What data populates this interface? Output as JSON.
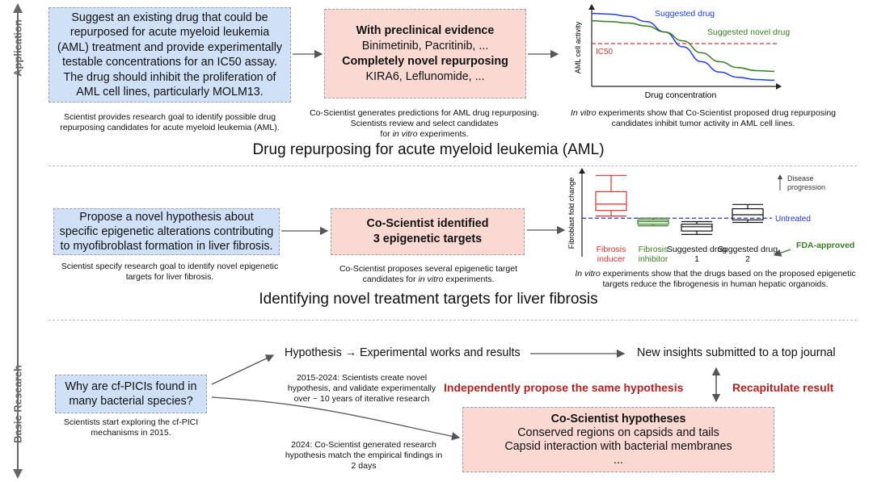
{
  "side_labels": {
    "application": "Application",
    "basic_research": "Basic Research"
  },
  "aml": {
    "goal_text": "Suggest an existing drug that could be repurposed for acute myeloid leukemia (AML) treatment and provide experimentally testable concentrations for an IC50 assay. The drug should inhibit the proliferation of AML cell lines, particularly MOLM13.",
    "goal_caption": "Scientist provides research goal to identify possible drug repurposing candidates for acute myeloid leukemia (AML).",
    "pred_line1": "With preclinical evidence",
    "pred_line2": "Binimetinib, Pacritinib, ...",
    "pred_line3": "Completely novel repurposing",
    "pred_line4": "KIRA6, Leflunomide, ...",
    "pred_caption_1": "Co-Scientist generates predictions for AML drug repurposing.",
    "pred_caption_2": "Scientists review and select candidates",
    "pred_caption_3a": "for ",
    "pred_caption_3b": "in vitro",
    "pred_caption_3c": " experiments.",
    "result_caption_a": "In vitro",
    "result_caption_b": " experiments show that Co-Scientist proposed drug repurposing candidates inhibit tumor activity in AML cell lines.",
    "section_title": "Drug repurposing for acute myeloid leukemia (AML)"
  },
  "fibrosis": {
    "goal_text": "Propose a novel hypothesis about specific epigenetic alterations contributing to myofibroblast formation in liver fibrosis.",
    "goal_caption": "Scientist specify research goal to identify novel epigenetic targets for liver fibrosis.",
    "pred_line1": "Co-Scientist identified",
    "pred_line2": "3 epigenetic targets",
    "pred_caption_a": "Co-Scientist proposes several epigenetic target candidates for ",
    "pred_caption_b": "in vitro",
    "pred_caption_c": " experiments.",
    "result_caption_a": "In vitro",
    "result_caption_b": " experiments show that the drugs based on the proposed epigenetic targets reduce the fibrogenesis in human hepatic organoids.",
    "section_title": "Identifying novel treatment targets for liver fibrosis",
    "fda_label": "FDA-approved"
  },
  "cfpici": {
    "question": "Why are cf-PICIs found in many bacterial species?",
    "question_caption": "Scientists start exploring the cf-PICI mechanisms in 2015.",
    "hypothesis_flow": "Hypothesis → Experimental works and results",
    "insights": "New insights submitted to a top journal",
    "history_caption": "2015-2024: Scientists create novel hypothesis, and validate experimentally over ~ 10 years of iterative research",
    "independent_label": "Independently propose the same hypothesis",
    "recap_label": "Recapitulate result",
    "cs_title": "Co-Scientist hypotheses",
    "cs_line1": "Conserved regions on capsids and tails",
    "cs_line2": "Capsid interaction with bacterial membranes",
    "cs_line3": "...",
    "cs_caption": "2024: Co-Scientist generated research hypothesis match the empirical findings in 2 days"
  },
  "colors": {
    "blue_box": "#cfe0f7",
    "pink_box": "#fad9d3",
    "suggested_drug": "#1f3ff0",
    "novel_drug": "#3a7d24",
    "ic50": "#e03030",
    "dark_red": "#b22222",
    "untreated": "#2233cc"
  },
  "chart_data": [
    {
      "type": "line",
      "title": "",
      "xlabel": "Drug concentration",
      "ylabel": "AML cell activity",
      "series": [
        {
          "name": "Suggested drug",
          "x": [
            0,
            0.1,
            0.2,
            0.3,
            0.4,
            0.5,
            0.6,
            0.7,
            0.8,
            0.9,
            1.0
          ],
          "y": [
            0.95,
            0.94,
            0.91,
            0.84,
            0.7,
            0.5,
            0.3,
            0.16,
            0.09,
            0.06,
            0.05
          ]
        },
        {
          "name": "Suggested novel drug",
          "x": [
            0,
            0.1,
            0.2,
            0.3,
            0.4,
            0.5,
            0.6,
            0.7,
            0.8,
            0.9,
            1.0
          ],
          "y": [
            0.85,
            0.84,
            0.82,
            0.78,
            0.7,
            0.58,
            0.42,
            0.3,
            0.22,
            0.18,
            0.17
          ]
        }
      ],
      "reference_line": {
        "name": "IC50",
        "y": 0.5
      },
      "xlim": [
        0,
        1
      ],
      "ylim": [
        0,
        1
      ]
    },
    {
      "type": "box",
      "ylabel": "Fibroblast fold change",
      "categories": [
        "Fibrosis inducer",
        "Fibrosis inhibitor",
        "Suggested drug 1",
        "Suggested drug 2"
      ],
      "boxes": [
        {
          "whisker_low": 1.05,
          "q1": 1.18,
          "median": 1.33,
          "q3": 1.62,
          "whisker_high": 2.0,
          "color": "#e03030"
        },
        {
          "whisker_low": 0.82,
          "q1": 0.86,
          "median": 0.92,
          "q3": 0.96,
          "whisker_high": 1.0,
          "color": "#3a7d24"
        },
        {
          "whisker_low": 0.62,
          "q1": 0.7,
          "median": 0.8,
          "q3": 0.86,
          "whisker_high": 0.92,
          "color": "#111111"
        },
        {
          "whisker_low": 0.9,
          "q1": 0.96,
          "median": 1.08,
          "q3": 1.22,
          "whisker_high": 1.32,
          "color": "#111111"
        }
      ],
      "reference_line": {
        "name": "Untreated",
        "y": 1.0
      },
      "annotation": "Disease progression",
      "ylim": [
        0.4,
        2.1
      ]
    }
  ]
}
